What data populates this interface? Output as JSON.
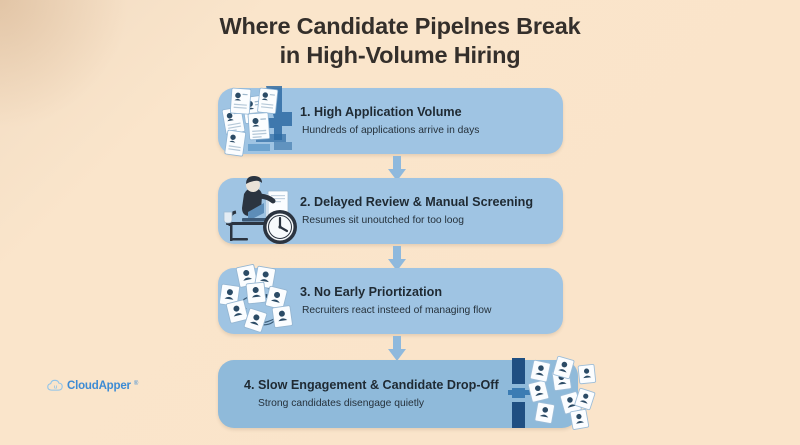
{
  "title": {
    "line1": "Where Candidate Pipelnes Break",
    "line2": "in High-Volume Hiring"
  },
  "colors": {
    "background": "#f9e3c9",
    "card": "#9fc4e3",
    "card_dark": "#8fbada",
    "arrow": "#8fb9dd",
    "title_text": "#342f2b",
    "card_title_text": "#1f2a33",
    "accent_navy": "#2b5f94",
    "brand_blue": "#3d8bd4"
  },
  "steps": [
    {
      "number": "1.",
      "title": "1. High Application Volume",
      "subtitle": "Hundreds of applications arrive in days",
      "icon": "stacked-resume-documents-icon",
      "icon_side": "left"
    },
    {
      "number": "2.",
      "title": "2. Delayed Review & Manual Screening",
      "subtitle": "Resumes sit unoutched for too loog",
      "icon": "recruiter-at-desk-with-clock-icon",
      "icon_side": "left"
    },
    {
      "number": "3.",
      "title": "3. No Early Priortization",
      "subtitle": "Recruiters react insteed of managing flow",
      "icon": "scattered-candidate-cards-icon",
      "icon_side": "left"
    },
    {
      "number": "4.",
      "title": "4. Slow Engagement & Candidate Drop-Off",
      "subtitle": "Strong candidates disengage quietly",
      "icon": "candidate-cards-drifting-away-icon",
      "icon_side": "right"
    }
  ],
  "connectors": [
    {
      "name": "arrow-step-1-to-2",
      "direction": "down"
    },
    {
      "name": "arrow-step-2-to-3",
      "direction": "down"
    },
    {
      "name": "arrow-step-3-to-4",
      "direction": "down"
    }
  ],
  "logo": {
    "name": "CloudApper",
    "trademark": "®",
    "icon": "cloud-icon"
  }
}
